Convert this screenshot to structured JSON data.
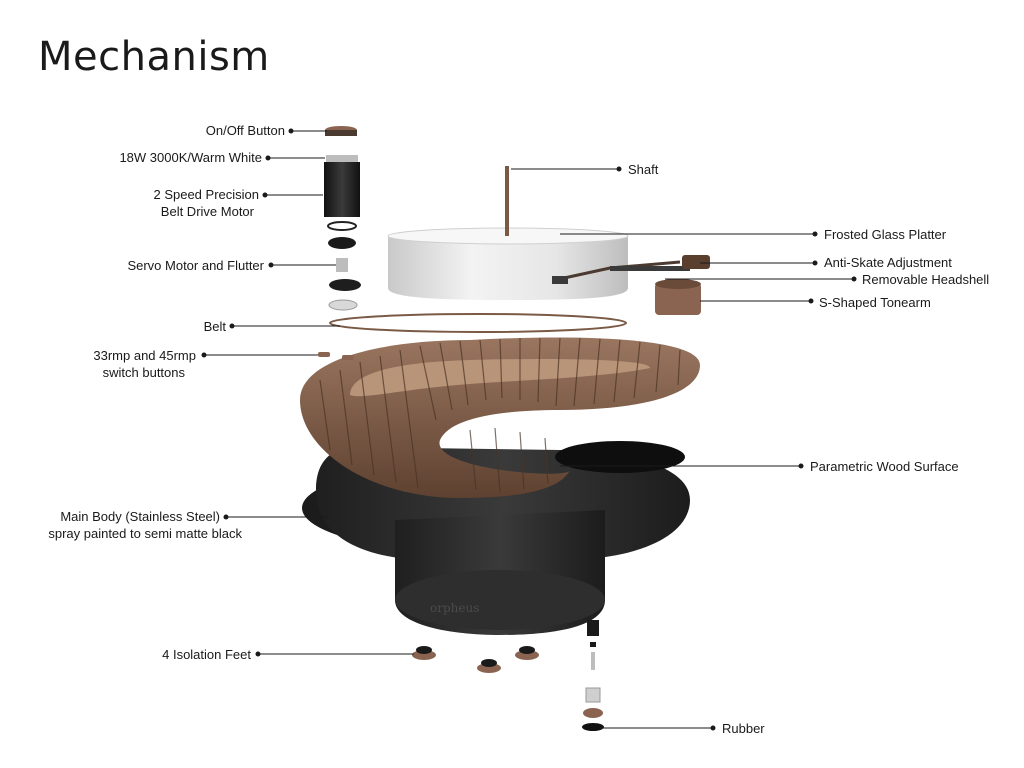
{
  "title": "Mechanism",
  "brand_mark": "orpheus",
  "colors": {
    "wood": "#7a5a45",
    "wood_dark": "#5a3e2e",
    "body": "#2b2b2b",
    "glass": "#dcdcdc",
    "copper": "#8a6450"
  },
  "labels": {
    "on_off": "On/Off Button",
    "led": "18W 3000K/Warm White",
    "motor_1": "2 Speed Precision",
    "motor_2": "Belt Drive Motor",
    "servo": "Servo Motor and Flutter",
    "belt": "Belt",
    "switch_1": "33rmp and 45rmp",
    "switch_2": "switch buttons",
    "main_body_1": "Main Body (Stainless Steel)",
    "main_body_2": "spray painted to semi matte black",
    "feet": "4 Isolation Feet",
    "shaft": "Shaft",
    "platter": "Frosted Glass Platter",
    "anti_skate": "Anti-Skate Adjustment",
    "headshell": "Removable Headshell",
    "tonearm": "S-Shaped Tonearm",
    "wood_surface": "Parametric Wood Surface",
    "rubber": "Rubber"
  }
}
